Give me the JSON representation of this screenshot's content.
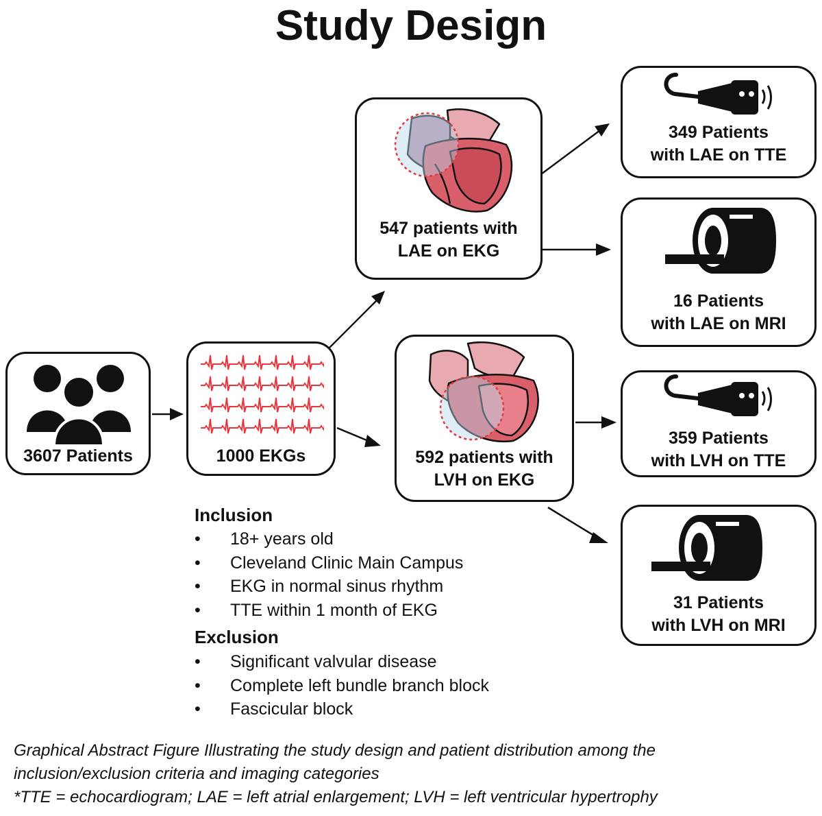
{
  "title": "Study Design",
  "nodes": {
    "patients": {
      "label": "3607 Patients",
      "icon": "people-icon"
    },
    "ekgs": {
      "label": "1000 EKGs",
      "icon": "ekg-waveform-icon"
    },
    "lae_ekg": {
      "line1": "547 patients with",
      "line2": "LAE on EKG",
      "icon": "heart-left-atrium-icon"
    },
    "lvh_ekg": {
      "line1": "592 patients with",
      "line2": "LVH on EKG",
      "icon": "heart-left-ventricle-icon"
    },
    "lae_tte": {
      "line1": "349 Patients",
      "line2": "with LAE on TTE",
      "icon": "ultrasound-probe-icon"
    },
    "lae_mri": {
      "line1": "16 Patients",
      "line2": "with LAE on MRI",
      "icon": "mri-scanner-icon"
    },
    "lvh_tte": {
      "line1": "359 Patients",
      "line2": "with LVH on TTE",
      "icon": "ultrasound-probe-icon"
    },
    "lvh_mri": {
      "line1": "31 Patients",
      "line2": "with LVH on MRI",
      "icon": "mri-scanner-icon"
    }
  },
  "inclusion": {
    "heading": "Inclusion",
    "items": [
      "18+ years old",
      "Cleveland Clinic Main Campus",
      "EKG in normal sinus rhythm",
      "TTE within 1 month of EKG"
    ]
  },
  "exclusion": {
    "heading": "Exclusion",
    "items": [
      "Significant valvular disease",
      "Complete left bundle branch block",
      "Fascicular block"
    ]
  },
  "bullet": "•",
  "caption": {
    "line1": "Graphical Abstract Figure Illustrating the study design and patient distribution among the",
    "line2": "inclusion/exclusion criteria and imaging categories",
    "line3": "*TTE = echocardiogram; LAE = left atrial enlargement; LVH = left ventricular hypertrophy"
  },
  "colors": {
    "ekg_trace": "#e8363c",
    "heart_light": "#e8a9b0",
    "heart_dark": "#d9606a",
    "highlight_circle": "#b9d6ec",
    "highlight_ring": "#e23b3b",
    "outline": "#111111"
  }
}
